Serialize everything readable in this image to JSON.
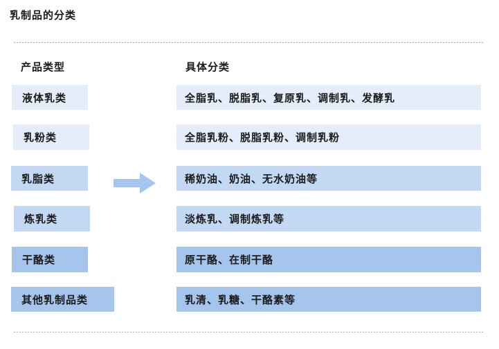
{
  "title": "乳制品的分类",
  "columns": {
    "left": "产品类型",
    "right": "具体分类"
  },
  "rows": [
    {
      "type": "液体乳类",
      "detail": "全脂乳、脱脂乳、复原乳、调制乳、发酵乳"
    },
    {
      "type": "乳粉类",
      "detail": "全脂乳粉、脱脂乳粉、调制乳粉"
    },
    {
      "type": "乳脂类",
      "detail": "稀奶油、奶油、无水奶油等"
    },
    {
      "type": "炼乳类",
      "detail": "淡炼乳、调制炼乳等"
    },
    {
      "type": "干酪类",
      "detail": "原干酪、在制干酪"
    },
    {
      "type": "其他乳制品类",
      "detail": "乳清、乳糖、干酪素等"
    }
  ],
  "icons": {
    "arrow": "right-block-arrow"
  },
  "colors": {
    "tier1": "#E4EDF9",
    "tier2": "#C3D8F2",
    "tier3": "#A6C5ED",
    "arrow": "#A5C6EF",
    "dash_line": "#8FAEE0",
    "text": "#1A1A1A",
    "bg": "#FFFFFF"
  }
}
